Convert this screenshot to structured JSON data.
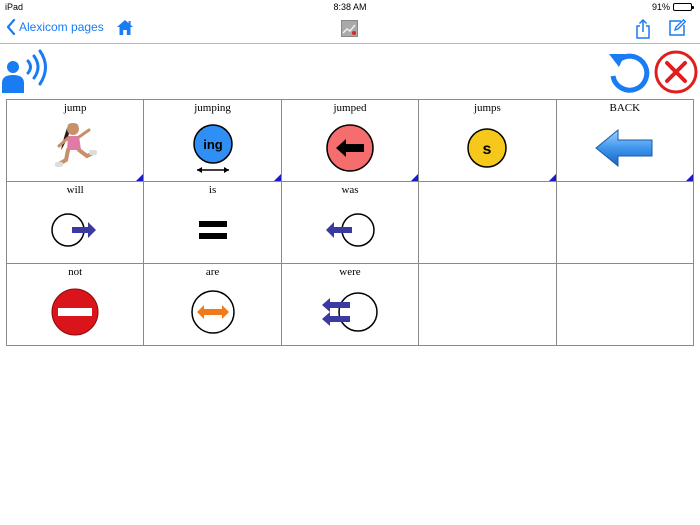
{
  "status_bar": {
    "device": "iPad",
    "time": "8:38 AM",
    "battery": "91%",
    "battery_level": 0.91
  },
  "nav": {
    "back_label": "Alexicom pages",
    "icons": [
      "chevron-left-icon",
      "home-icon",
      "page-thumbnail-icon",
      "share-icon",
      "edit-icon"
    ]
  },
  "toolbar": {
    "icons": [
      "speaker-person-icon",
      "undo-icon",
      "close-icon"
    ]
  },
  "colors": {
    "ios_blue": "#1a7cf3",
    "close_red": "#e01e1e",
    "corner_blue": "#1a1acc"
  },
  "grid": {
    "rows": [
      [
        {
          "label": "jump",
          "icon": "jumping-girl-icon",
          "folder": true
        },
        {
          "label": "jumping",
          "icon": "ing-icon",
          "icon_text": "ing",
          "folder": true
        },
        {
          "label": "jumped",
          "icon": "past-arrow-icon",
          "folder": true
        },
        {
          "label": "jumps",
          "icon": "s-icon",
          "icon_text": "s",
          "folder": true
        },
        {
          "label": "BACK",
          "icon": "back-arrow-icon",
          "folder": true
        }
      ],
      [
        {
          "label": "will",
          "icon": "future-icon"
        },
        {
          "label": "is",
          "icon": "equals-icon"
        },
        {
          "label": "was",
          "icon": "past-icon"
        },
        {
          "label": "",
          "icon": ""
        },
        {
          "label": "",
          "icon": ""
        }
      ],
      [
        {
          "label": "not",
          "icon": "no-entry-icon"
        },
        {
          "label": "are",
          "icon": "double-arrow-icon"
        },
        {
          "label": "were",
          "icon": "past-plural-icon"
        },
        {
          "label": "",
          "icon": ""
        },
        {
          "label": "",
          "icon": ""
        }
      ]
    ]
  }
}
